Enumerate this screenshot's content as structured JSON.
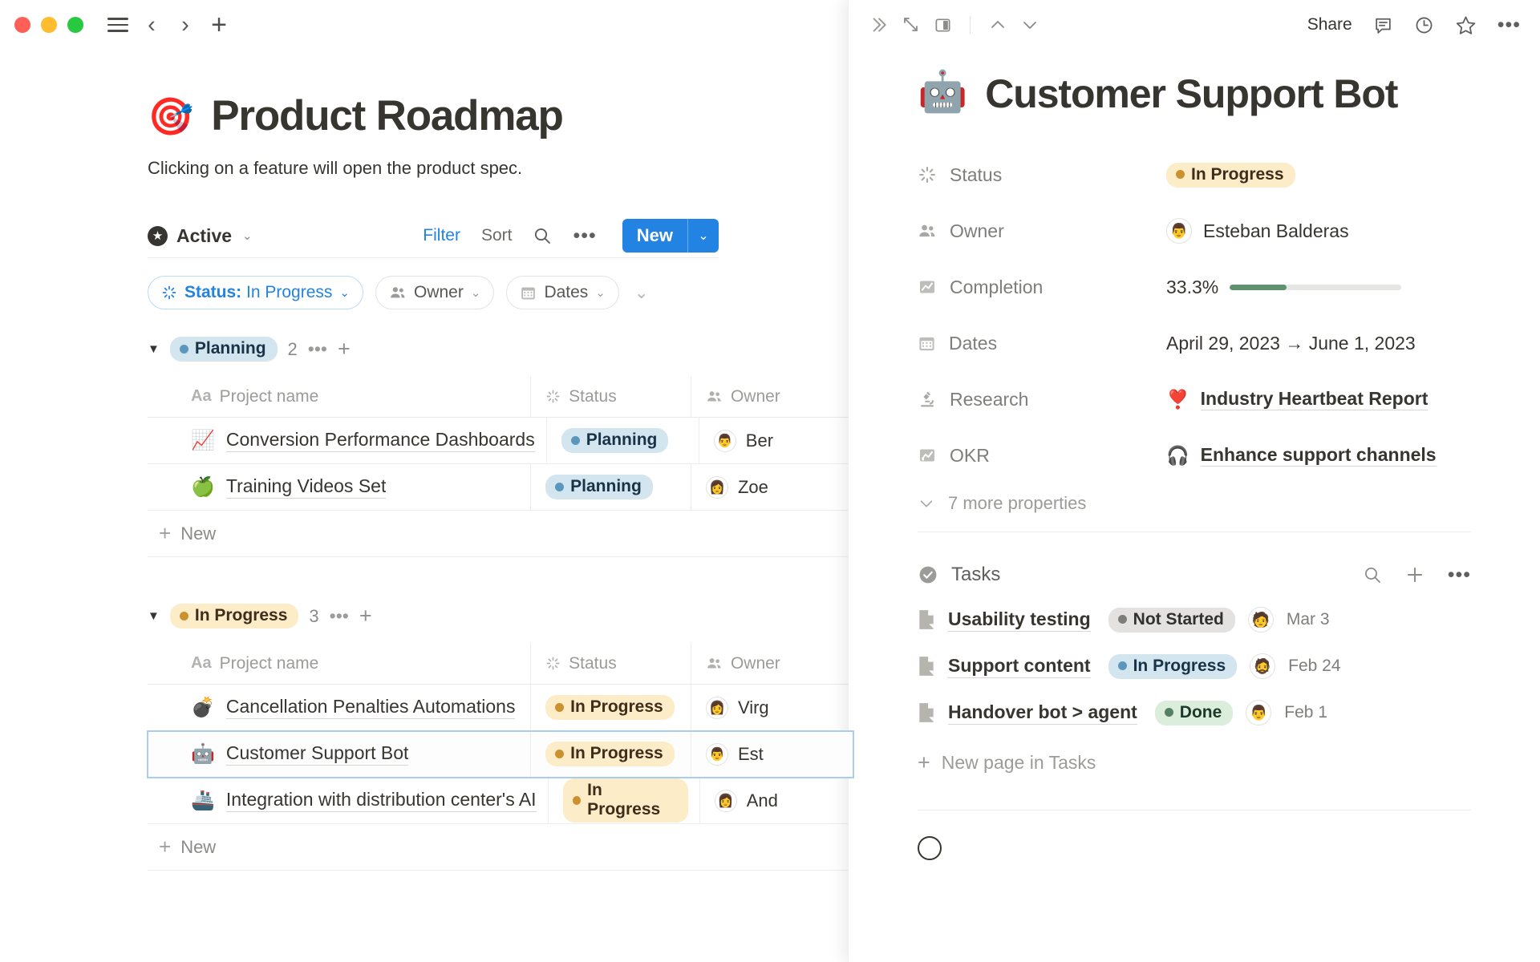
{
  "window": {
    "traffic_lights": [
      "close",
      "minimize",
      "zoom"
    ],
    "nav": {
      "sidebar_toggle": "menu-icon",
      "back": "back-icon",
      "forward": "forward-icon",
      "new_tab": "plus-icon"
    }
  },
  "page": {
    "emoji": "🎯",
    "title": "Product Roadmap",
    "subtitle": "Clicking on a feature will open the product spec."
  },
  "viewbar": {
    "view_name": "Active",
    "filter_label": "Filter",
    "sort_label": "Sort",
    "search_icon": "search-icon",
    "more_icon": "more-icon",
    "new_label": "New"
  },
  "filters": [
    {
      "id": "status",
      "icon": "status-icon",
      "label_prefix": "Status:",
      "label_value": "In Progress",
      "active": true
    },
    {
      "id": "owner",
      "icon": "people-icon",
      "label": "Owner",
      "active": false
    },
    {
      "id": "dates",
      "icon": "calendar-icon",
      "label": "Dates",
      "active": false
    }
  ],
  "columns": {
    "name": "Project name",
    "name_type": "Aa",
    "status": "Status",
    "owner": "Owner"
  },
  "groups": [
    {
      "name": "Planning",
      "color": "blue",
      "count": "2",
      "new_label": "New",
      "rows": [
        {
          "emoji": "📈",
          "name": "Conversion Performance Dashboards",
          "status": "Planning",
          "status_color": "blue",
          "owner": "Ber",
          "avatar": "👨"
        },
        {
          "emoji": "🍏",
          "name": "Training Videos Set",
          "status": "Planning",
          "status_color": "blue",
          "owner": "Zoe",
          "avatar": "👩"
        }
      ]
    },
    {
      "name": "In Progress",
      "color": "yellow",
      "count": "3",
      "new_label": "New",
      "rows": [
        {
          "emoji": "💣",
          "name": "Cancellation Penalties Automations",
          "status": "In Progress",
          "status_color": "yellow",
          "owner": "Virg",
          "avatar": "👩"
        },
        {
          "emoji": "🤖",
          "name": "Customer Support Bot",
          "status": "In Progress",
          "status_color": "yellow",
          "owner": "Est",
          "avatar": "👨",
          "selected": true
        },
        {
          "emoji": "🚢",
          "name": "Integration with distribution center's AI",
          "status": "In Progress",
          "status_color": "yellow",
          "owner": "And",
          "avatar": "👩"
        }
      ]
    }
  ],
  "peek": {
    "toolbar": {
      "collapse_icon": "double-chevron-right-icon",
      "expand_icon": "expand-arrow-icon",
      "layout_icon": "side-peek-icon",
      "prev_icon": "chevron-up-icon",
      "next_icon": "chevron-down-icon",
      "share_label": "Share",
      "comment_icon": "comment-icon",
      "history_icon": "clock-icon",
      "favorite_icon": "star-icon",
      "more_icon": "more-icon"
    },
    "emoji": "🤖",
    "title": "Customer Support Bot",
    "properties": [
      {
        "icon": "status-icon",
        "label": "Status",
        "type": "pill",
        "value": "In Progress",
        "color": "yellow"
      },
      {
        "icon": "people-icon",
        "label": "Owner",
        "type": "person",
        "value": "Esteban Balderas",
        "avatar": "👨"
      },
      {
        "icon": "chart-icon",
        "label": "Completion",
        "type": "progress",
        "value": "33.3%",
        "percent": 33.3,
        "bar_color": "#5f9270"
      },
      {
        "icon": "calendar-icon",
        "label": "Dates",
        "type": "text",
        "value": "April 29, 2023 → June 1, 2023"
      },
      {
        "icon": "microscope-icon",
        "label": "Research",
        "type": "relation",
        "value": "Industry Heartbeat Report",
        "emoji": "❣️"
      },
      {
        "icon": "bar-chart-icon",
        "label": "OKR",
        "type": "relation",
        "value": "Enhance support channels",
        "emoji": "🎧"
      }
    ],
    "more_properties_label": "7 more properties",
    "tasks": {
      "icon": "check-circle-icon",
      "title": "Tasks",
      "search_icon": "search-icon",
      "add_icon": "plus-icon",
      "more_icon": "more-icon",
      "new_label": "New page in Tasks",
      "items": [
        {
          "name": "Usability testing",
          "status": "Not Started",
          "status_color": "gray",
          "avatar": "🧑",
          "date": "Mar 3"
        },
        {
          "name": "Support content",
          "status": "In Progress",
          "status_color": "blue",
          "avatar": "🧔",
          "date": "Feb 24"
        },
        {
          "name": "Handover bot > agent",
          "status": "Done",
          "status_color": "green",
          "avatar": "👨",
          "date": "Feb 1"
        }
      ]
    }
  },
  "colors": {
    "accent": "#2383e2",
    "blue_pill_bg": "#d3e5ef",
    "yellow_pill_bg": "#fdecc8",
    "gray_pill_bg": "#e3e2e0",
    "green_pill_bg": "#dbeddb",
    "progress_green": "#5f9270"
  }
}
